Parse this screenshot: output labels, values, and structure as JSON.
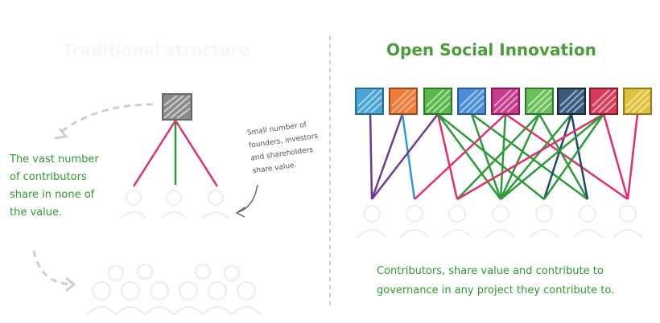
{
  "left_panel": {
    "title": "Traditional structure",
    "note_lines": [
      "Small number of",
      "founders, investors",
      "and shareholders",
      "share value."
    ],
    "contributors_lines": [
      "The vast number",
      "of contributors",
      "share in none of",
      "the value."
    ]
  },
  "right_panel": {
    "title": "Open Social Innovation",
    "caption_lines": [
      "Contributors, share value and contribute to",
      "governance in any project they contribute to."
    ],
    "project_colors": [
      "#4aa4d8",
      "#f07a3a",
      "#58b84a",
      "#4a8ed6",
      "#c83a8c",
      "#6abf5a",
      "#3a5a7a",
      "#d83a5a",
      "#e0c040"
    ]
  },
  "colors": {
    "green_text": "#2f9a2f",
    "title_green": "#4a9d3a",
    "gray_box": "#8a8a8a",
    "divider": "#bdbdbd",
    "people_outline": "#eeeeee"
  }
}
